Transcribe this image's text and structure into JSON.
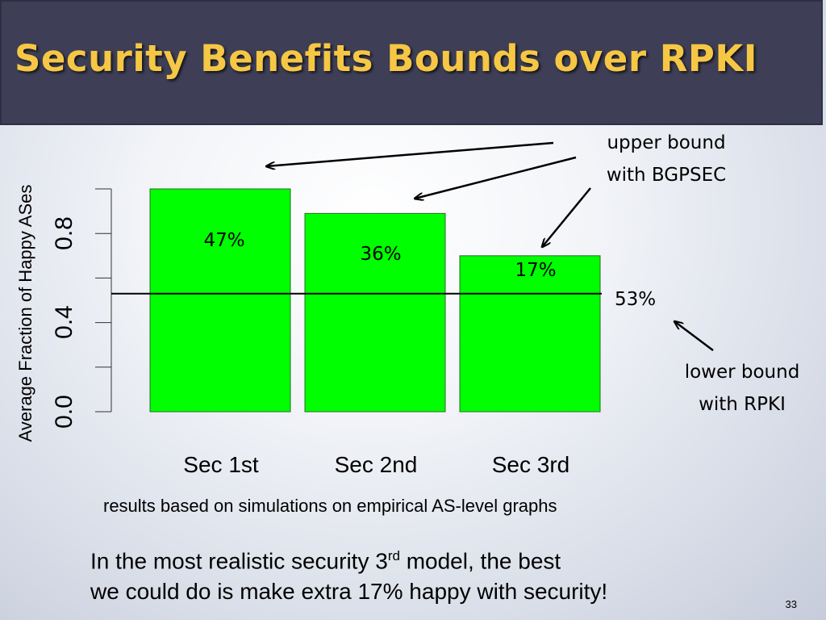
{
  "slide": {
    "title": "Security Benefits Bounds over RPKI",
    "page_number": "33"
  },
  "chart_data": {
    "type": "bar",
    "categories": [
      "Sec 1st",
      "Sec 2nd",
      "Sec 3rd"
    ],
    "values": [
      1.0,
      0.89,
      0.7
    ],
    "bar_labels": [
      "47%",
      "36%",
      "17%"
    ],
    "ylabel": "Average Fraction of Happy ASes",
    "yticks": [
      "0.0",
      "0.4",
      "0.8"
    ],
    "ylim": [
      0,
      1.0
    ],
    "bar_color": "#00ff00",
    "reference_line": {
      "value": 0.53,
      "label": "53%"
    },
    "annotations": {
      "upper": [
        "upper bound",
        "with BGPSEC"
      ],
      "lower": [
        "lower bound",
        "with RPKI"
      ]
    },
    "footnote": "results based on simulations on empirical AS-level graphs"
  },
  "conclusion": {
    "line1_before": "In the most realistic security 3",
    "line1_sup": "rd",
    "line1_after": " model, the best",
    "line2": "we could do is make extra 17% happy with security!"
  }
}
